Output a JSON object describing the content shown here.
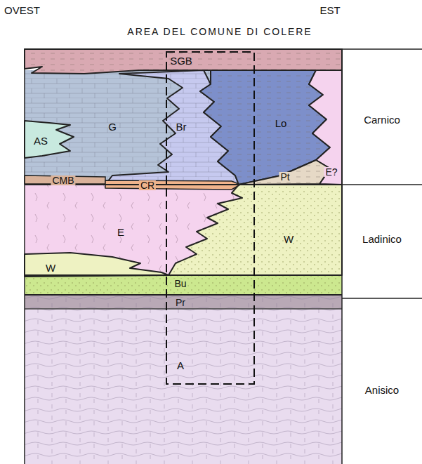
{
  "diagram": {
    "title": "AREA DEL COMUNE DI COLERE",
    "labels": [
      "OVEST",
      "EST",
      "SGB",
      "G",
      "Br",
      "Lo",
      "AS",
      "CMB",
      "CR",
      "Pt",
      "E?",
      "E",
      "W",
      "W",
      "Bu",
      "Pr",
      "A",
      "Carnico",
      "Ladinico",
      "Anisico"
    ]
  }
}
